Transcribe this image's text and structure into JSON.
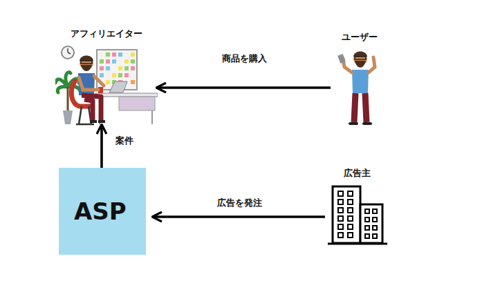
{
  "diagram": {
    "nodes": [
      {
        "text": [
          "アフィリエイター"
        ]
      },
      {
        "text": [
          "ユーザー"
        ]
      },
      {
        "text": [
          "ASP"
        ]
      },
      {
        "text": [
          "広告主"
        ]
      }
    ],
    "edges": [
      {
        "from": 1,
        "to": 0,
        "arrow": "to",
        "label": "商品を購入"
      },
      {
        "from": 2,
        "to": 0,
        "arrow": "to",
        "label": "案件"
      },
      {
        "from": 3,
        "to": 2,
        "arrow": "to",
        "label": "広告を発注"
      }
    ]
  }
}
